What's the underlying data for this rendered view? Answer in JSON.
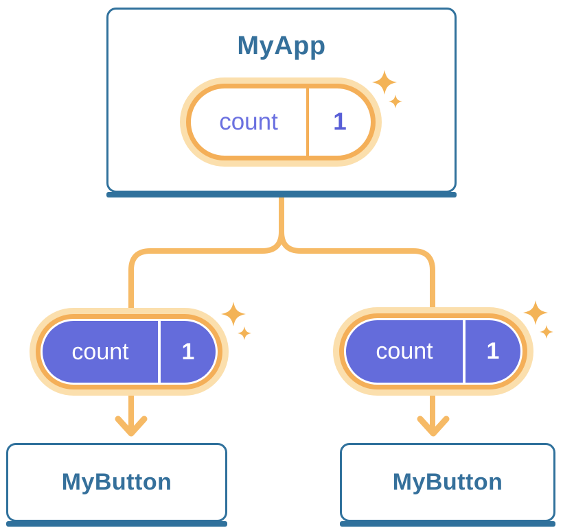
{
  "diagram": {
    "root": {
      "title": "MyApp",
      "state": {
        "label": "count",
        "value": "1"
      }
    },
    "children": [
      {
        "title": "MyButton",
        "state": {
          "label": "count",
          "value": "1"
        }
      },
      {
        "title": "MyButton",
        "state": {
          "label": "count",
          "value": "1"
        }
      }
    ]
  },
  "icons": {
    "sparkle": "sparkle-icon",
    "arrow": "arrow-down-icon"
  },
  "colors": {
    "card_border_blue": "#30719C",
    "title_text_blue": "#35709B",
    "pill_ring_orange": "#F4AF58",
    "pill_glow": "#FBDFAD",
    "connector_orange": "#F6BA66",
    "state_pill_purple": "#646CDB",
    "state_label_purple": "#6B71E0",
    "state_value_purple": "#585ED6",
    "background": "#FFFFFF"
  }
}
